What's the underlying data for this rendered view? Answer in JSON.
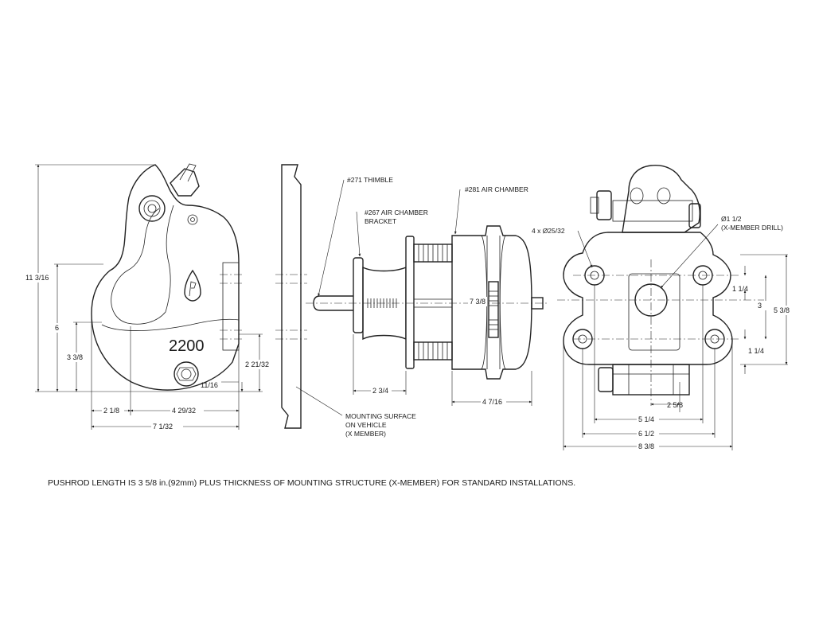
{
  "colors": {
    "line": "#222222",
    "background": "#ffffff"
  },
  "side_view": {
    "model_number": "2200",
    "dims": {
      "overall_height": "11 3/16",
      "height_6": "6",
      "height_3_3_8": "3 3/8",
      "width_2_1_8": "2 1/8",
      "width_4_29_32": "4 29/32",
      "width_7_1_32": "7 1/32",
      "height_2_21_32": "2 21/32",
      "gap_11_16": "11/16"
    }
  },
  "mount_view": {
    "label_thimble": "#271 THIMBLE",
    "label_bracket_1": "#267 AIR CHAMBER",
    "label_bracket_2": "BRACKET",
    "label_chamber": "#281 AIR CHAMBER",
    "label_mount_1": "MOUNTING SURFACE",
    "label_mount_2": "ON VEHICLE",
    "label_mount_3": "(X MEMBER)",
    "dims": {
      "chamber_dia": "7 3/8",
      "depth_2_3_4": "2 3/4",
      "depth_4_7_16": "4 7/16"
    }
  },
  "front_view": {
    "label_holes": "4 x Ø25/32",
    "label_drill_1": "Ø1 1/2",
    "label_drill_2": "(X-MEMBER DRILL)",
    "dims": {
      "v_1_1_4_top": "1 1/4",
      "v_3": "3",
      "v_5_3_8": "5 3/8",
      "v_1_1_4_bottom": "1 1/4",
      "h_2_5_8": "2 5/8",
      "h_5_1_4": "5 1/4",
      "h_6_1_2": "6 1/2",
      "h_8_3_8": "8 3/8"
    }
  },
  "footnote": "PUSHROD LENGTH IS 3 5/8 in.(92mm) PLUS THICKNESS OF MOUNTING STRUCTURE (X-MEMBER) FOR STANDARD INSTALLATIONS."
}
